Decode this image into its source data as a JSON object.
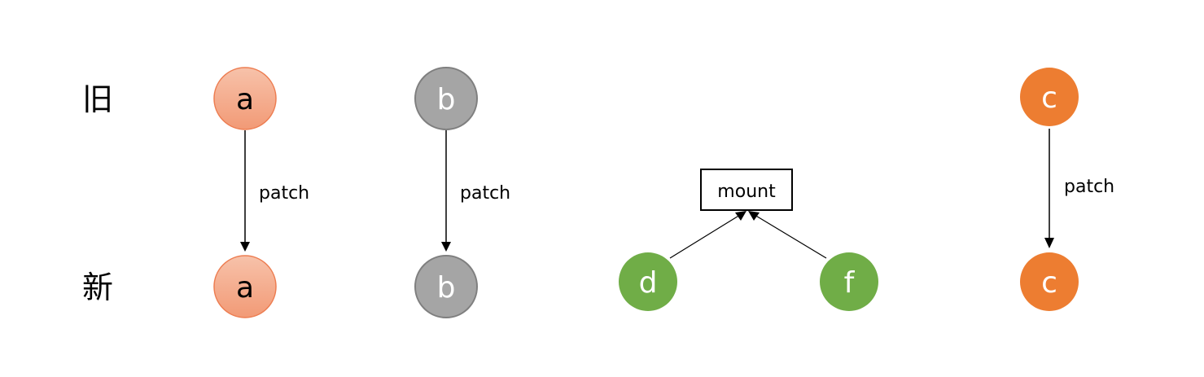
{
  "rows": {
    "old_label": "旧",
    "new_label": "新"
  },
  "nodes": {
    "old_a": "a",
    "old_b": "b",
    "old_c": "c",
    "new_a": "a",
    "new_b": "b",
    "new_c": "c",
    "new_d": "d",
    "new_f": "f"
  },
  "edges": {
    "patch_a": "patch",
    "patch_b": "patch",
    "patch_c": "patch"
  },
  "mount_box": {
    "label": "mount"
  },
  "colors": {
    "node_a_fill_top": "#f7c2aa",
    "node_a_fill_bottom": "#f29a76",
    "node_a_stroke": "#ed7d51",
    "node_b_fill": "#a5a5a5",
    "node_b_stroke": "#7f7f7f",
    "node_c_fill": "#ed7d31",
    "node_df_fill": "#70ad47",
    "line": "#000000"
  }
}
